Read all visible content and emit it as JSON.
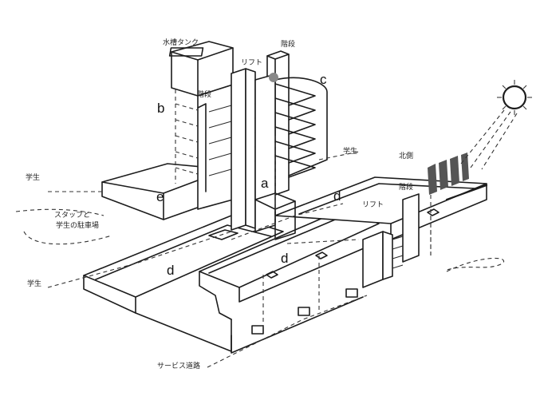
{
  "zone_labels": {
    "a": "a",
    "b": "b",
    "c": "c",
    "d1": "d",
    "d2": "d",
    "d3": "d",
    "e": "e"
  },
  "notes": {
    "water_tank": "水槽タンク",
    "stair_top": "階段",
    "stair_left": "階段",
    "lift_center": "リフト",
    "lift_right": "リフト",
    "stair_right": "階段",
    "north_side": "北側",
    "student_left": "学生",
    "student_right": "学生",
    "student_bottom": "学生",
    "staff_parking_line1": "スタッフと",
    "staff_parking_line2": "学生の駐車場",
    "service_road": "サービス道路"
  }
}
